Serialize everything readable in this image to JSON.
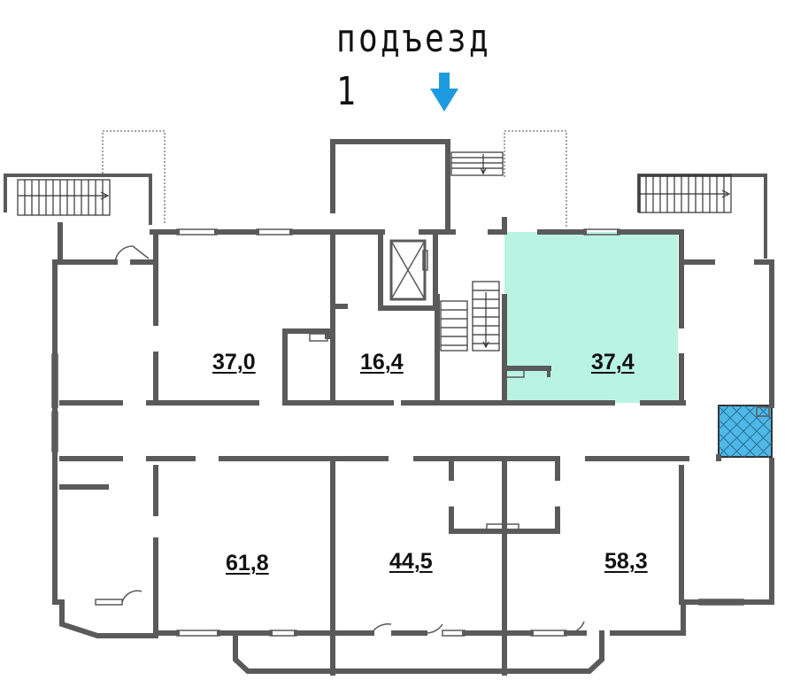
{
  "entrance": {
    "label": "подъезд 1"
  },
  "rooms": [
    {
      "id": "room-37-0",
      "area": "37,0",
      "highlighted": false
    },
    {
      "id": "room-16-4",
      "area": "16,4",
      "highlighted": false
    },
    {
      "id": "room-37-4",
      "area": "37,4",
      "highlighted": true
    },
    {
      "id": "room-61-8",
      "area": "61,8",
      "highlighted": false
    },
    {
      "id": "room-44-5",
      "area": "44,5",
      "highlighted": false
    },
    {
      "id": "room-58-3",
      "area": "58,3",
      "highlighted": false
    }
  ],
  "colors": {
    "wall": "#5a5a5a",
    "highlight_room": "#b9f4e2",
    "utility_hatch": "#4fb8e8",
    "arrow": "#1e9be0"
  }
}
